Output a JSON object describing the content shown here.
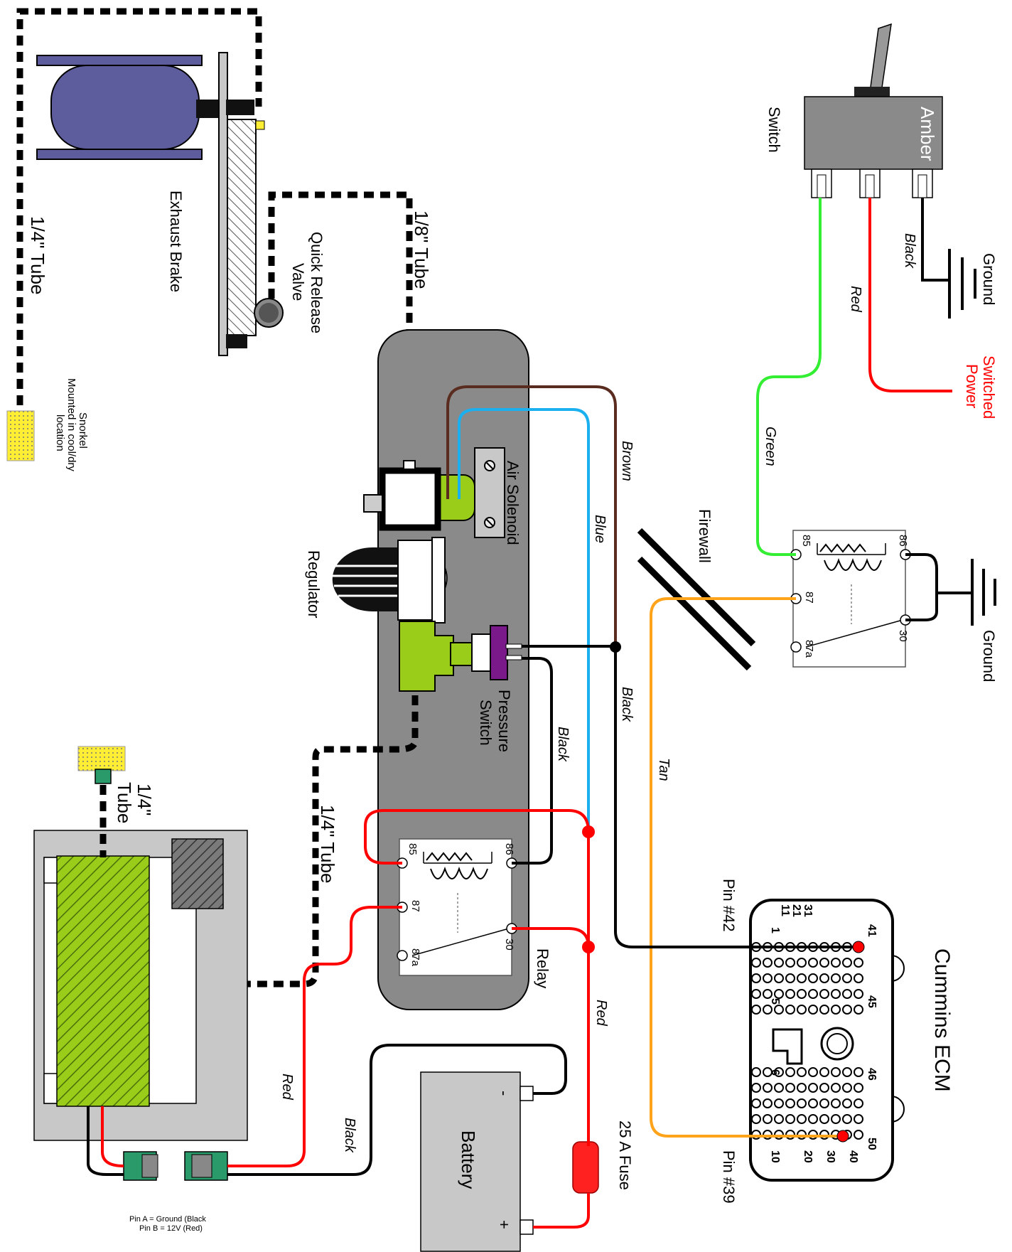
{
  "labels": {
    "exhaust_brake": "Exhaust Brake",
    "quick_release_valve_line1": "Quick Release",
    "quick_release_valve_line2": "Valve",
    "tube_quarter_left": "1/4\" Tube",
    "tube_eighth": "1/8\" Tube",
    "tube_quarter_mid": "1/4\" Tube",
    "tube_quarter_filter_line1": "1/4\"",
    "tube_quarter_filter_line2": "Tube",
    "snorkel_line1": "Snorkel",
    "snorkel_line2": "Mounted in cool/dry",
    "snorkel_line3": "location",
    "switch": "Switch",
    "amber": "Amber",
    "ground_top": "Ground",
    "ground_right": "Ground",
    "switched_power_line1": "Switched",
    "switched_power_line2": "Power",
    "firewall": "Firewall",
    "air_solenoid": "Air Solenoid",
    "regulator": "Regulator",
    "pressure_switch_line1": "Pressure",
    "pressure_switch_line2": "Switch",
    "relay": "Relay",
    "battery": "Battery",
    "fuse": "25 A Fuse",
    "ecm": "Cummins ECM",
    "pin42": "Pin #42",
    "pin39": "Pin #39",
    "pin_note_line1": "Pin A = Ground (Black",
    "pin_note_line2": "Pin B = 12V (Red)",
    "battery_minus": "-",
    "battery_plus": "+"
  },
  "wires": {
    "black_switch": "Black",
    "red_switch": "Red",
    "green": "Green",
    "brown": "Brown",
    "blue": "Blue",
    "black_ecm": "Black",
    "black_pressure": "Black",
    "tan": "Tan",
    "red_relay": "Red",
    "red_compressor": "Red",
    "black_battery": "Black"
  },
  "relay_pins": {
    "p85": "85",
    "p86": "86",
    "p87": "87",
    "p87a": "87a",
    "p30": "30"
  },
  "ecm_numbers": {
    "n41": "41",
    "n31": "31",
    "n21": "21",
    "n11": "11",
    "n1": "1",
    "n45": "45",
    "n5": "5",
    "n46": "46",
    "n6": "6",
    "n50": "50",
    "n40": "40",
    "n30": "30",
    "n20": "20",
    "n10": "10"
  },
  "colors": {
    "red": "#ff0000",
    "black": "#000000",
    "green_wire": "#33ee33",
    "brown": "#5a2b1f",
    "blue": "#1ab0f0",
    "tan": "#ffa31a",
    "lime": "#9acd1a",
    "purple": "#7a1a8a",
    "navy": "#5d5d9d",
    "yellow": "#ffee33"
  }
}
